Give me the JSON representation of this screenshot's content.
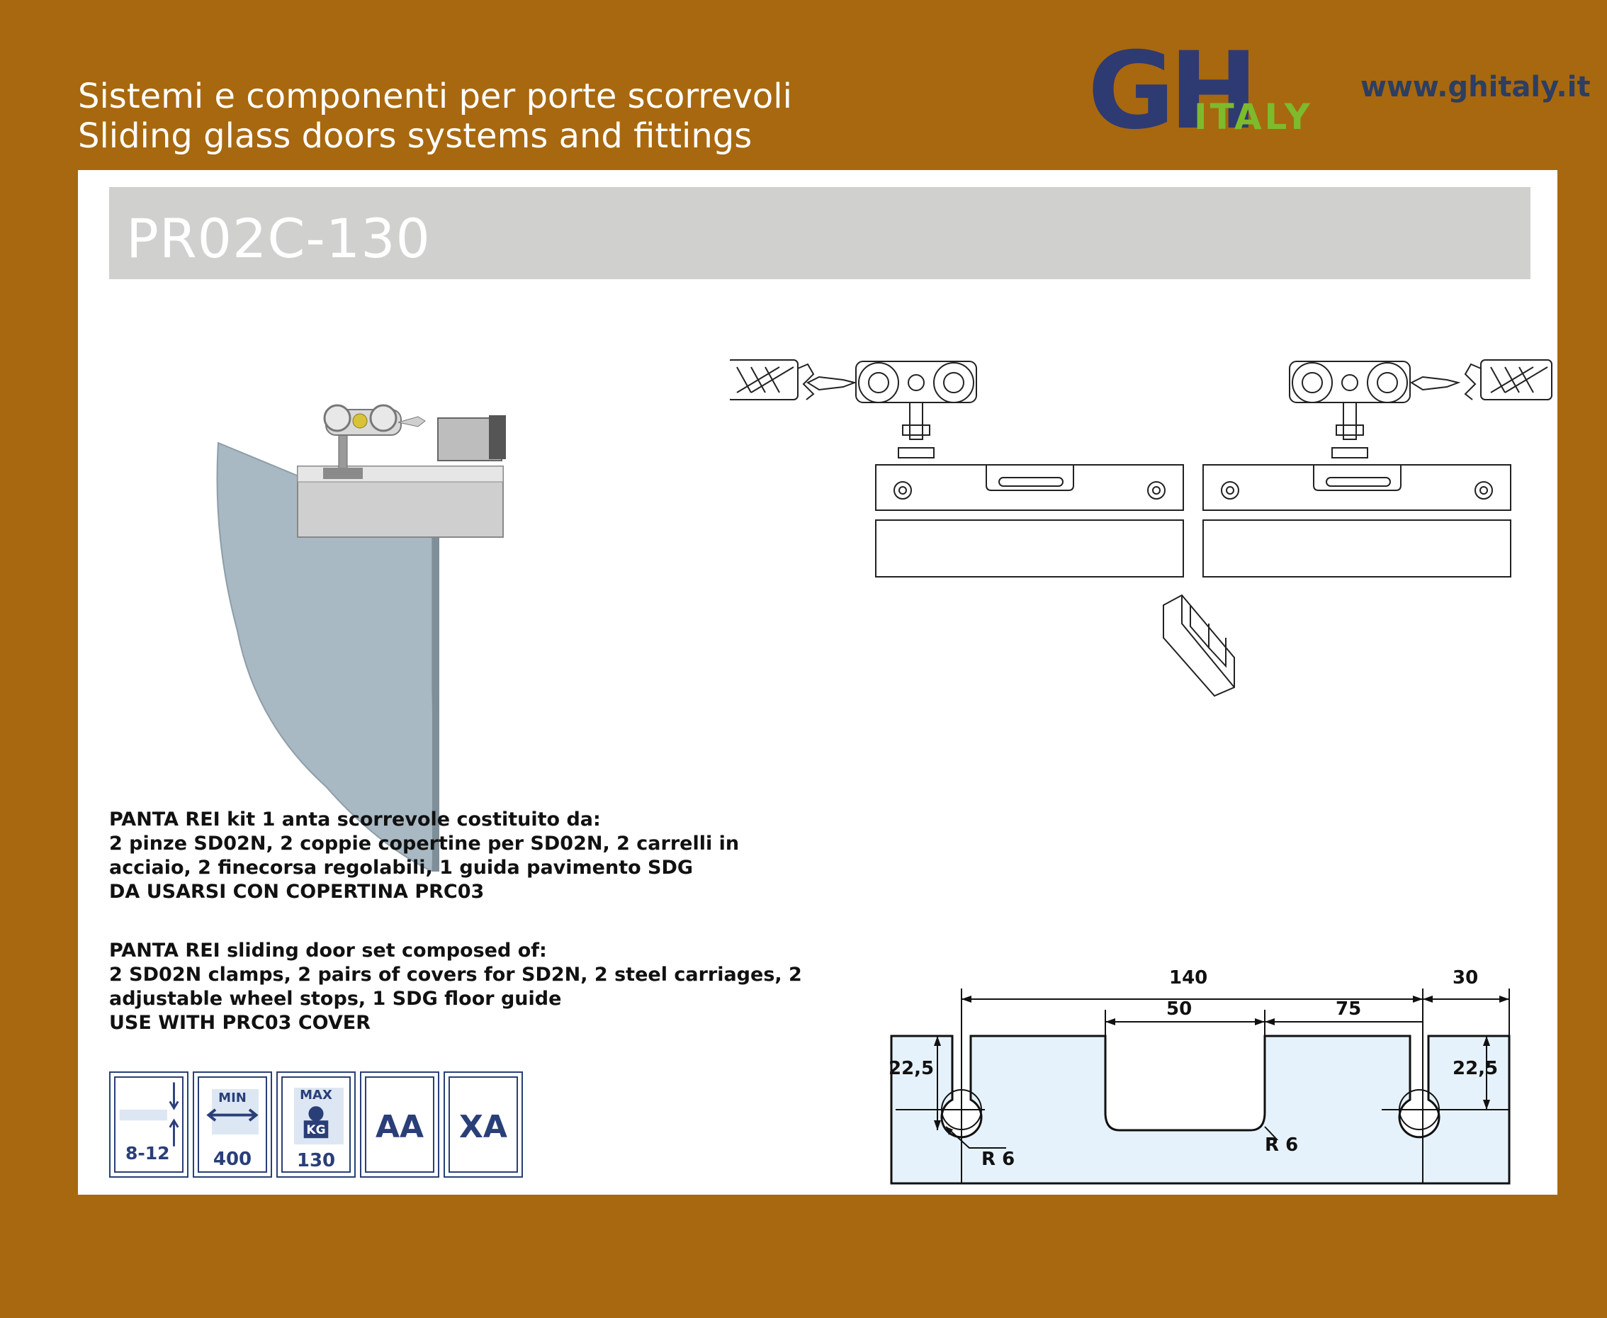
{
  "header": {
    "line_it": "Sistemi e componenti per porte scorrevoli",
    "line_en": "Sliding glass doors systems and fittings",
    "url": "www.ghitaly.it"
  },
  "logo": {
    "brand": "GH",
    "sub": "ITALY",
    "colors": {
      "gh": "#2e3a72",
      "italy": "#7dbb2c"
    }
  },
  "product": {
    "code": "PR02C-130"
  },
  "description": {
    "it": [
      "PANTA REI kit 1 anta scorrevole costituito da:",
      "2 pinze SD02N, 2 coppie copertine per SD02N, 2 carrelli in",
      "acciaio, 2 finecorsa regolabili, 1 guida pavimento SDG",
      "DA USARSI CON COPERTINA PRC03"
    ],
    "en": [
      "PANTA REI sliding door set composed of:",
      "2 SD02N clamps, 2 pairs of covers for SD2N, 2 steel carriages, 2",
      "adjustable wheel stops, 1 SDG floor guide",
      "USE WITH PRC03 COVER"
    ]
  },
  "spec_icons": [
    {
      "icon": "glass-thickness-icon",
      "value": "8-12"
    },
    {
      "icon": "min-width-icon",
      "label": "MIN",
      "value": "400"
    },
    {
      "icon": "max-weight-icon",
      "label": "MAX",
      "unit": "KG",
      "value": "130"
    },
    {
      "icon": "finish-aa-icon",
      "value": "AA"
    },
    {
      "icon": "finish-xa-icon",
      "value": "XA"
    }
  ],
  "dimensions": {
    "d140": "140",
    "d30": "30",
    "d50": "50",
    "d75": "75",
    "h_left": "22,5",
    "h_right": "22,5",
    "r_left": "R 6",
    "r_right": "R 6"
  },
  "colors": {
    "background": "#a8680f",
    "icon_blue": "#2a3f78",
    "title_bar": "#d0d0ce"
  }
}
